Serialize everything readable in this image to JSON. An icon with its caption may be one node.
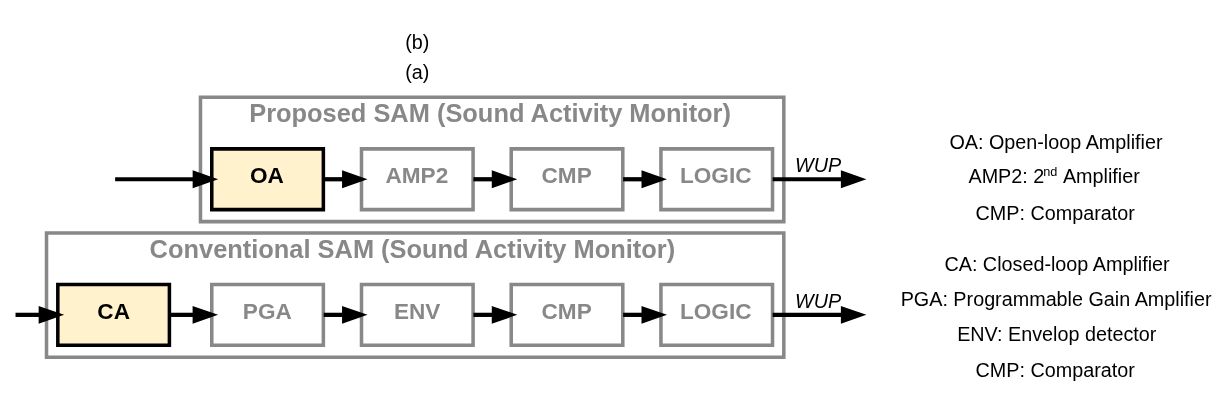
{
  "diagram": {
    "nodes": [
      {
        "text": [
          "Conventional SAM (Sound Activity Monitor)"
        ]
      },
      {
        "text": [
          "CA"
        ],
        "in": 0
      },
      {
        "text": [
          "PGA"
        ],
        "in": 0
      },
      {
        "text": [
          "ENV"
        ],
        "in": 0
      },
      {
        "text": [
          "CMP"
        ],
        "in": 0
      },
      {
        "text": [
          "LOGIC"
        ],
        "in": 0
      },
      {
        "text": [
          "Proposed SAM (Sound Activity Monitor)"
        ]
      },
      {
        "text": [
          "OA"
        ],
        "in": 6
      },
      {
        "text": [
          "AMP2"
        ],
        "in": 6
      },
      {
        "text": [
          "CMP"
        ],
        "in": 6
      },
      {
        "text": [
          "LOGIC"
        ],
        "in": 6
      }
    ],
    "edges": [
      {
        "from": null,
        "to": 1,
        "arrow": "to"
      },
      {
        "from": 1,
        "to": 2,
        "arrow": "to"
      },
      {
        "from": 2,
        "to": 3,
        "arrow": "to"
      },
      {
        "from": 3,
        "to": 4,
        "arrow": "to"
      },
      {
        "from": 4,
        "to": 5,
        "arrow": "to"
      },
      {
        "from": 5,
        "to": null,
        "arrow": "to",
        "label": "WUP"
      },
      {
        "from": null,
        "to": 7,
        "arrow": "to"
      },
      {
        "from": 7,
        "to": 8,
        "arrow": "to"
      },
      {
        "from": 8,
        "to": 9,
        "arrow": "to"
      },
      {
        "from": 9,
        "to": 10,
        "arrow": "to"
      },
      {
        "from": 10,
        "to": null,
        "arrow": "to",
        "label": "WUP"
      }
    ],
    "labels": [
      "CA: Closed-loop Amplifier",
      "PGA: Programmable Gain Amplifier",
      "ENV: Envelop detector",
      "CMP: Comparator",
      "(a)",
      "OA: Open-loop Amplifier",
      "AMP2: 2$^{nd}$ Amplifier",
      "CMP: Comparator",
      "(b)"
    ]
  }
}
